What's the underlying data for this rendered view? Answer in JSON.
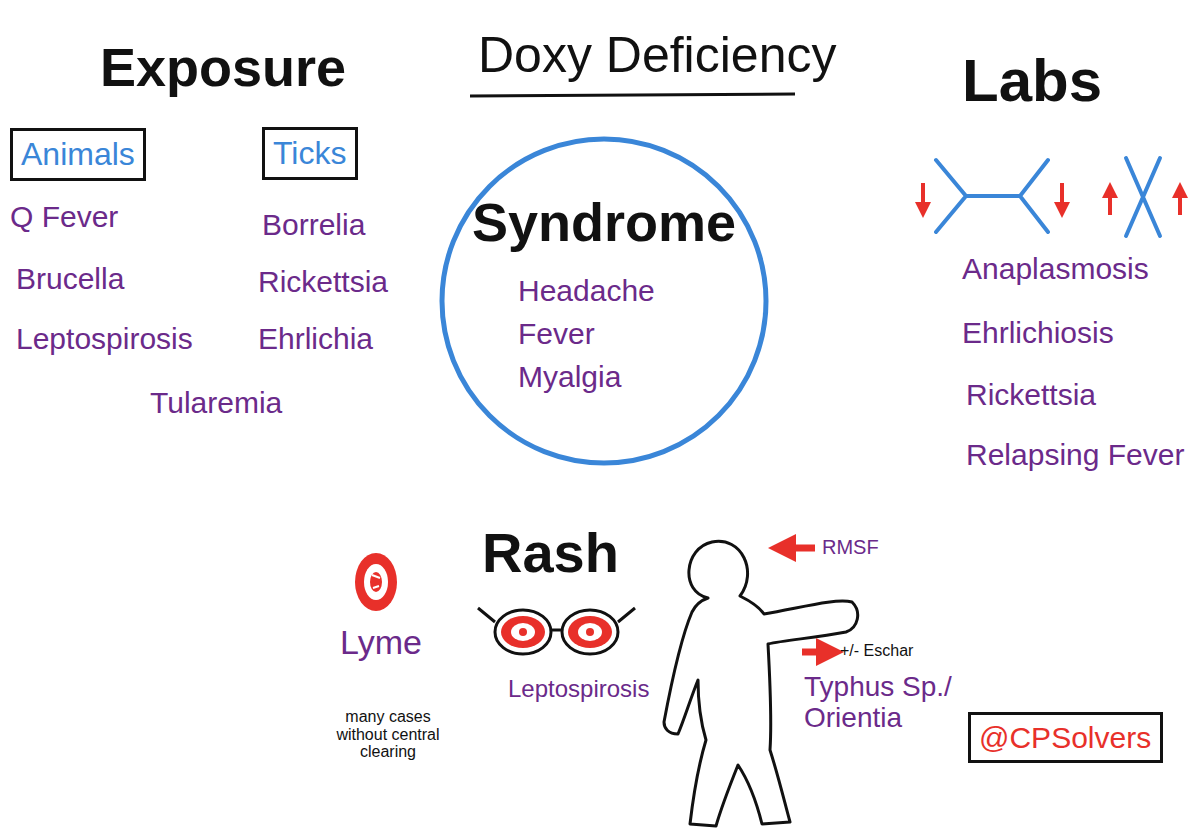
{
  "diagram": {
    "title": "Doxy Deficiency",
    "nodes": [
      {
        "text": [
          "Animals"
        ]
      },
      {
        "text": [
          "Ticks"
        ]
      },
      {
        "text": [
          "Syndrome",
          "Headache",
          "Fever",
          "Myalgia"
        ]
      },
      {
        "text": [
          "@CPSolvers"
        ]
      }
    ],
    "labels": [
      "Exposure",
      "Q Fever",
      "Brucella",
      "Leptospirosis",
      "Borrelia",
      "Rickettsia",
      "Ehrlichia",
      "Tularemia",
      "Labs",
      "Anaplasmosis",
      "Ehrlichiosis",
      "Rickettsia",
      "Relapsing Fever",
      "Rash",
      "Lyme",
      "many cases without central clearing",
      "Leptospirosis",
      "RMSF",
      "+/- Eschar",
      "Typhus Sp./ Orientia"
    ]
  }
}
